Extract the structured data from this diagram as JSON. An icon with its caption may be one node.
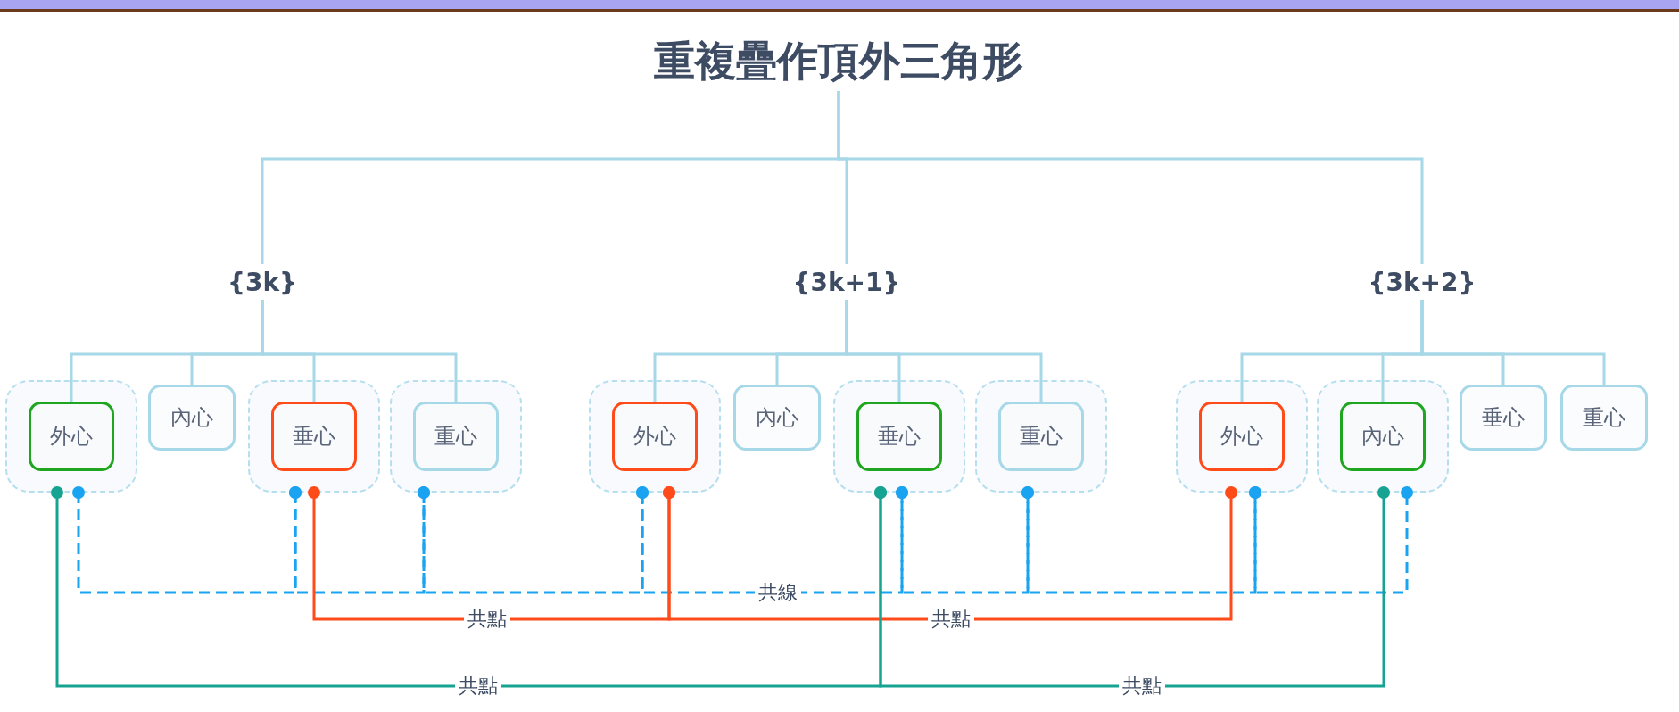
{
  "diagram": {
    "nodes": [
      {
        "text": [
          "重複疊作頂外三角形"
        ]
      },
      {
        "text": [
          "{3k}"
        ]
      },
      {
        "text": [],
        "shape": "box"
      },
      {
        "text": [
          "外心"
        ],
        "in": 2
      },
      {
        "text": [
          "內心"
        ]
      },
      {
        "text": [],
        "shape": "box"
      },
      {
        "text": [
          "垂心"
        ],
        "in": 5
      },
      {
        "text": [],
        "shape": "box"
      },
      {
        "text": [
          "重心"
        ],
        "in": 7
      },
      {
        "text": [
          "{3k+1}"
        ]
      },
      {
        "text": [],
        "shape": "box"
      },
      {
        "text": [
          "外心"
        ],
        "in": 10
      },
      {
        "text": [
          "內心"
        ]
      },
      {
        "text": [],
        "shape": "box"
      },
      {
        "text": [
          "垂心"
        ],
        "in": 13
      },
      {
        "text": [],
        "shape": "box"
      },
      {
        "text": [
          "重心"
        ],
        "in": 15
      },
      {
        "text": [
          "{3k+2}"
        ]
      },
      {
        "text": [],
        "shape": "box"
      },
      {
        "text": [
          "外心"
        ],
        "in": 18
      },
      {
        "text": [],
        "shape": "box"
      },
      {
        "text": [
          "內心"
        ],
        "in": 20
      },
      {
        "text": [
          "垂心"
        ]
      },
      {
        "text": [
          "重心"
        ]
      }
    ],
    "edges": [
      {
        "from": 0,
        "to": 1,
        "arrow": "none"
      },
      {
        "from": 0,
        "to": 9,
        "arrow": "none"
      },
      {
        "from": 0,
        "to": 17,
        "arrow": "none"
      },
      {
        "from": 1,
        "to": 3,
        "arrow": "none"
      },
      {
        "from": 1,
        "to": 4,
        "arrow": "none"
      },
      {
        "from": 1,
        "to": 6,
        "arrow": "none"
      },
      {
        "from": 1,
        "to": 8,
        "arrow": "none"
      },
      {
        "from": 9,
        "to": 11,
        "arrow": "none"
      },
      {
        "from": 9,
        "to": 12,
        "arrow": "none"
      },
      {
        "from": 9,
        "to": 14,
        "arrow": "none"
      },
      {
        "from": 9,
        "to": 16,
        "arrow": "none"
      },
      {
        "from": 17,
        "to": 19,
        "arrow": "none"
      },
      {
        "from": 17,
        "to": 21,
        "arrow": "none"
      },
      {
        "from": 17,
        "to": 22,
        "arrow": "none"
      },
      {
        "from": 17,
        "to": 23,
        "arrow": "none"
      },
      {
        "from": 2,
        "to": 5,
        "arrow": "other",
        "style": "dashed",
        "color": "#1aa3f0"
      },
      {
        "from": 5,
        "to": 7,
        "arrow": "other",
        "style": "dashed",
        "color": "#1aa3f0"
      },
      {
        "from": 7,
        "to": 10,
        "arrow": "other",
        "style": "dashed",
        "color": "#1aa3f0"
      },
      {
        "from": 10,
        "to": 13,
        "arrow": "other",
        "style": "dashed",
        "color": "#1aa3f0",
        "label": "共線"
      },
      {
        "from": 13,
        "to": 15,
        "arrow": "other",
        "style": "dashed",
        "color": "#1aa3f0"
      },
      {
        "from": 15,
        "to": 18,
        "arrow": "other",
        "style": "dashed",
        "color": "#1aa3f0"
      },
      {
        "from": 18,
        "to": 20,
        "arrow": "other",
        "style": "dashed",
        "color": "#1aa3f0"
      },
      {
        "from": 5,
        "to": 10,
        "arrow": "other",
        "color": "#ff4a1a",
        "label": "共點"
      },
      {
        "from": 10,
        "to": 18,
        "arrow": "other",
        "color": "#ff4a1a",
        "label": "共點"
      },
      {
        "from": 2,
        "to": 13,
        "arrow": "other",
        "color": "#16a392",
        "label": "共點"
      },
      {
        "from": 13,
        "to": 20,
        "arrow": "other",
        "color": "#16a392",
        "label": "共點"
      }
    ]
  }
}
